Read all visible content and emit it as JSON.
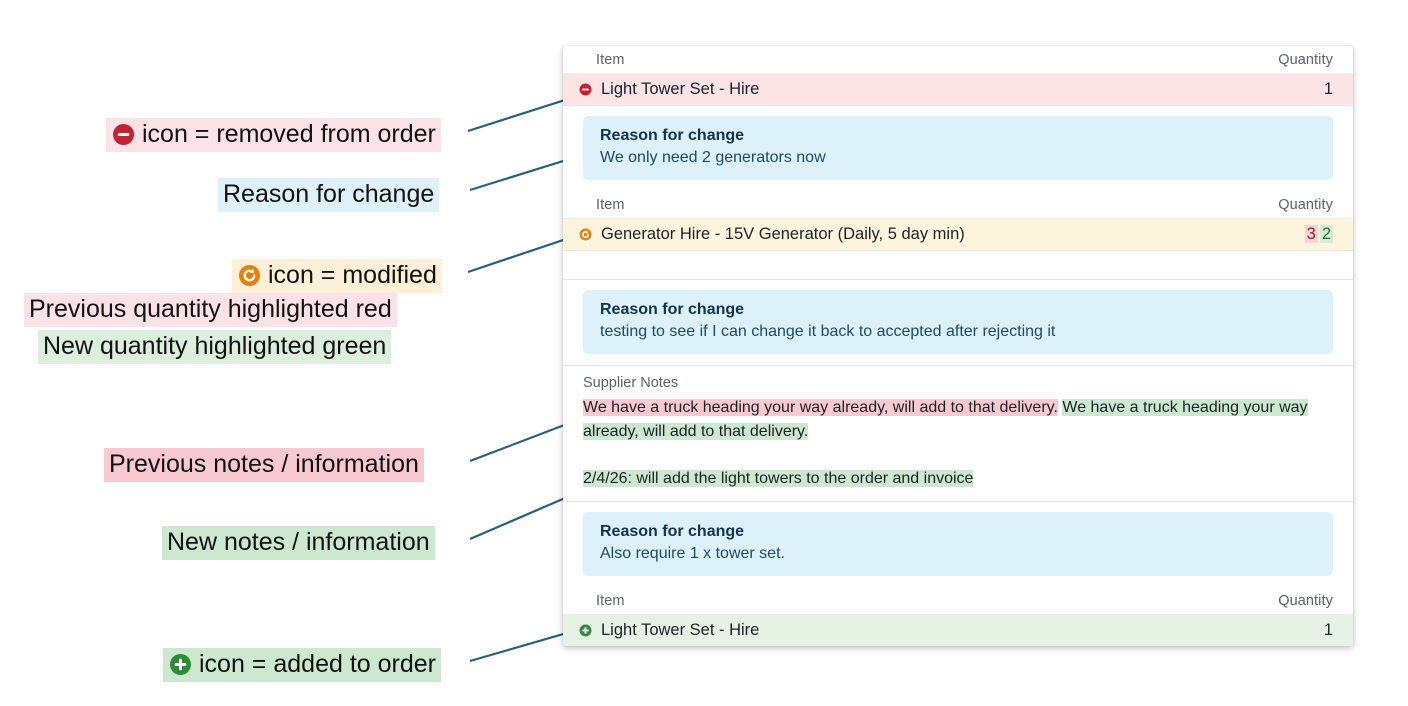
{
  "annotations": [
    {
      "id": "removed-legend",
      "icon": "minus-circle-icon",
      "text": "icon = removed from order",
      "style": "pink"
    },
    {
      "id": "reason-legend",
      "icon": null,
      "text": "Reason for change",
      "style": "blue"
    },
    {
      "id": "modified-legend",
      "icon": "refresh-circle-icon",
      "text": "icon = modified",
      "style": "cream"
    },
    {
      "id": "prev-qty-legend",
      "icon": null,
      "text": "Previous quantity highlighted red",
      "style": "pink"
    },
    {
      "id": "new-qty-legend",
      "icon": null,
      "text": "New quantity highlighted green",
      "style": "green"
    },
    {
      "id": "prev-notes-legend",
      "icon": null,
      "text": "Previous notes / information",
      "style": "pink-strong"
    },
    {
      "id": "new-notes-legend",
      "icon": null,
      "text": "New notes / information",
      "style": "green-strong"
    },
    {
      "id": "added-legend",
      "icon": "plus-circle-icon",
      "text": "icon = added to order",
      "style": "green-strong"
    }
  ],
  "card": {
    "table_headers": {
      "item": "Item",
      "quantity": "Quantity"
    },
    "sections": [
      {
        "kind": "item-table",
        "row": {
          "icon": "minus-circle-icon",
          "state": "removed",
          "name": "Light Tower Set - Hire",
          "quantity": "1"
        }
      },
      {
        "kind": "reason",
        "title": "Reason for change",
        "body": "We only need 2 generators now"
      },
      {
        "kind": "item-table",
        "row": {
          "icon": "refresh-circle-icon",
          "state": "modified",
          "name": "Generator Hire - 15V Generator (Daily, 5 day min)",
          "quantity_old": "3",
          "quantity_new": "2"
        }
      },
      {
        "kind": "spacer"
      },
      {
        "kind": "reason",
        "title": "Reason for change",
        "body": "testing to see if I can change it back to accepted after rejecting it"
      },
      {
        "kind": "supplier-notes",
        "label": "Supplier Notes",
        "old_text": "We have a truck heading your way already, will add to that delivery.",
        "new_text": "We have a truck heading your way already, will add to that delivery.",
        "added_line": "2/4/26: will add the light towers to the order and invoice"
      },
      {
        "kind": "reason",
        "title": "Reason for change",
        "body": "Also require 1 x tower set."
      },
      {
        "kind": "item-table",
        "row": {
          "icon": "plus-circle-icon",
          "state": "added",
          "name": "Light Tower Set - Hire",
          "quantity": "1"
        }
      }
    ]
  },
  "colors": {
    "removed_row": "#fbe3e6",
    "modified_row": "#fdf4dd",
    "added_row": "#e6f2e4",
    "reason_panel": "#ddf1fb",
    "highlight_old": "#f8c9d1",
    "highlight_new": "#cce8cf",
    "leader_line": "#2a5f7c",
    "icon_removed": "#c62033",
    "icon_modified": "#e2820c",
    "icon_added": "#2e8b3a"
  }
}
